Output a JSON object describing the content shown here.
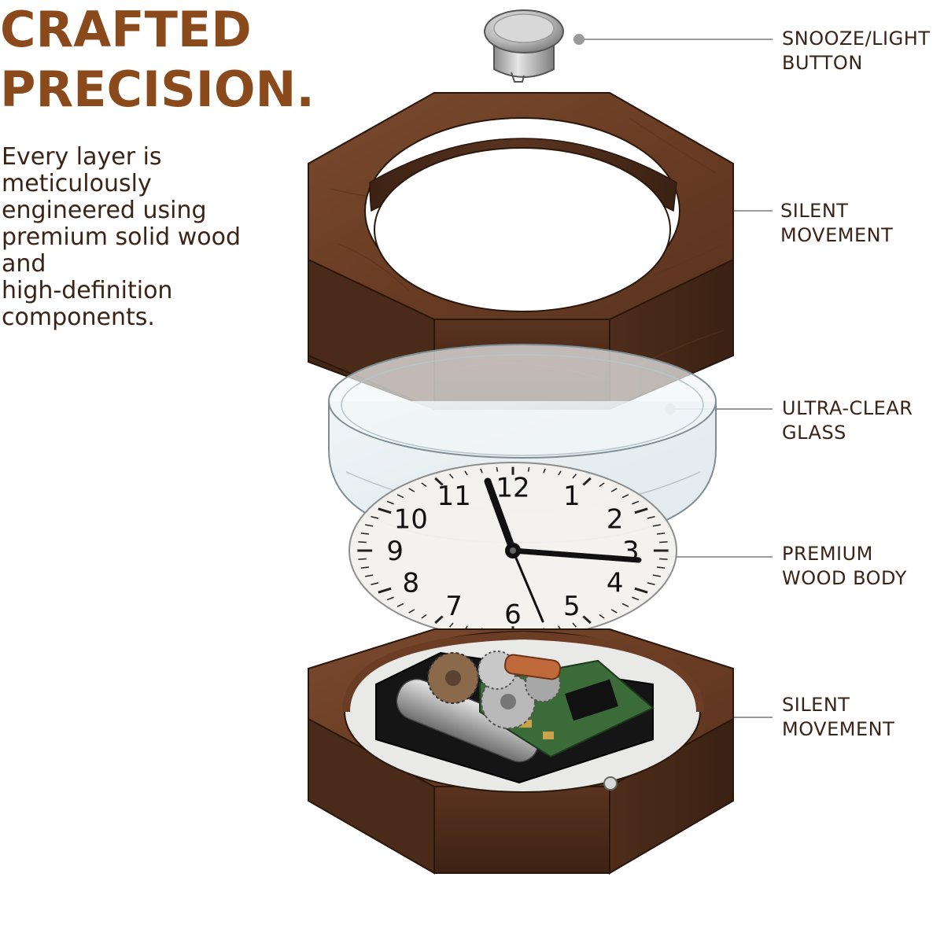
{
  "headline": {
    "line1": "CRAFTED",
    "line2": "PRECISION."
  },
  "intro": {
    "lines": [
      "Every layer is",
      "meticulously",
      "engineered using",
      "premium solid wood",
      "and",
      "high-definition",
      "components."
    ]
  },
  "callouts": [
    {
      "line1": "SNOOZE/LIGHT",
      "line2": "BUTTON"
    },
    {
      "line1": "SILENT",
      "line2": "MOVEMENT"
    },
    {
      "line1": "ULTRA-CLEAR",
      "line2": "GLASS"
    },
    {
      "line1": "PREMIUM",
      "line2": "WOOD BODY"
    },
    {
      "line1": "SILENT",
      "line2": "MOVEMENT"
    }
  ],
  "clock_numerals": [
    "1",
    "2",
    "3",
    "4",
    "5",
    "6",
    "7",
    "8",
    "9",
    "10",
    "11",
    "12"
  ],
  "colors": {
    "headline": "#8a4a1c",
    "body_text": "#3b2416",
    "wood_top": "#6b3f26",
    "wood_side": "#4e2d1b",
    "wood_dark": "#3a2113",
    "leader_line": "#9a9a9a",
    "dial_face": "#f4f2ee",
    "glass": "#dfe8ec"
  },
  "icons": [
    "button-cap-icon",
    "gear-icon",
    "battery-icon",
    "circuit-board-icon",
    "coil-icon"
  ]
}
